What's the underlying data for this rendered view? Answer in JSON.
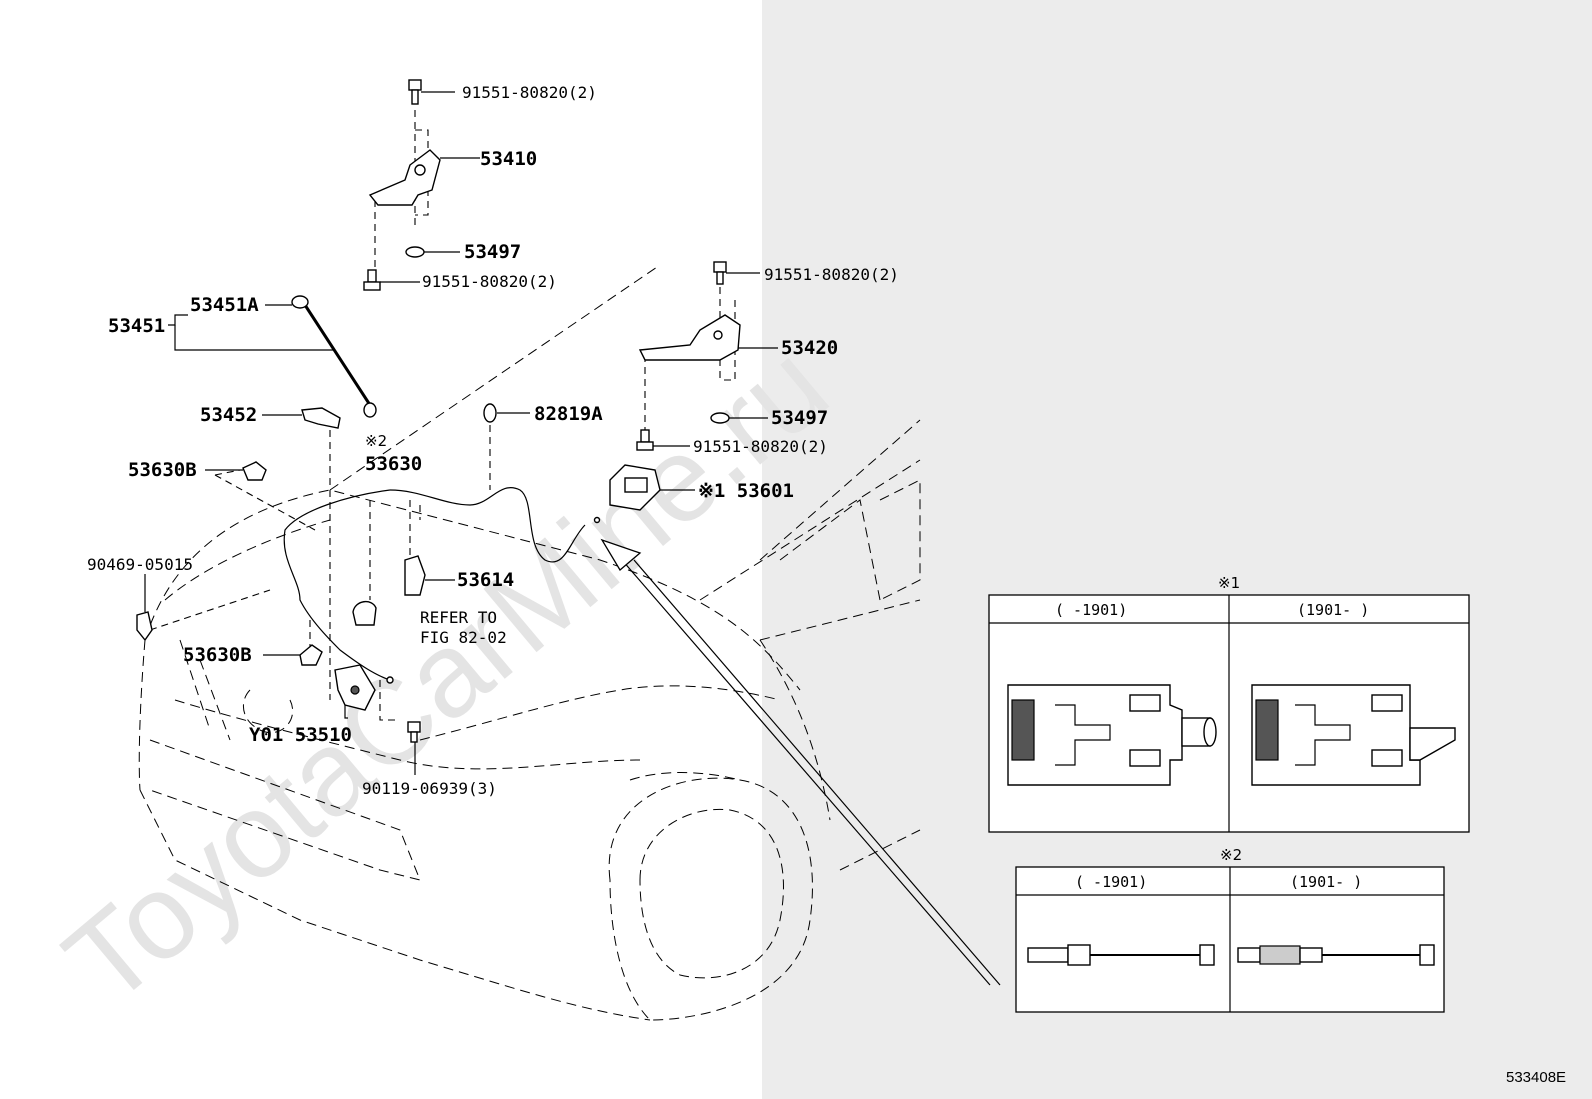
{
  "watermark": "ToyotaCarMine.ru",
  "figure_id": "533408E",
  "callouts": {
    "bolt_top_1": "91551-80820(2)",
    "hinge_lh": "53410",
    "washer_1": "53497",
    "bolt_bot_1": "91551-80820(2)",
    "bolt_top_2": "91551-80820(2)",
    "hinge_rh": "53420",
    "washer_2": "53497",
    "bolt_bot_2": "91551-80820(2)",
    "support_rod": "53451",
    "support_rod_a": "53451A",
    "rod_holder": "53452",
    "clamp_82819": "82819A",
    "cable_mark": "※2",
    "release_cable": "53630",
    "lock_control": "※1 53601",
    "clamp_b_top": "53630B",
    "clip_90469": "90469-05015",
    "guide_53614": "53614",
    "refer_line1": "REFER TO",
    "refer_line2": "FIG 82-02",
    "clamp_b_bot": "53630B",
    "hood_lock": "Y01 53510",
    "bolt_90119": "90119-06939(3)"
  },
  "inset1": {
    "mark": "※1",
    "col_left": "(    -1901)",
    "col_right": "(1901-    )"
  },
  "inset2": {
    "mark": "※2",
    "col_left": "(     -1901)",
    "col_right": "(1901-     )"
  }
}
